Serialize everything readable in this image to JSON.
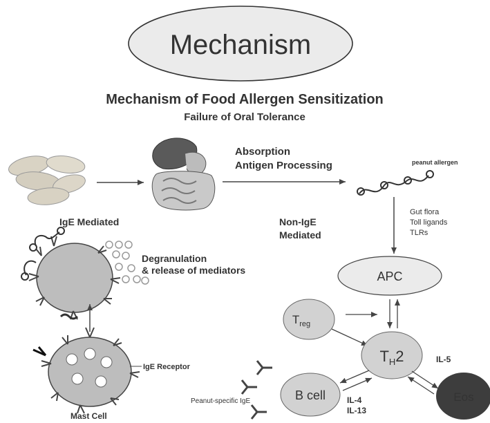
{
  "banner": "Mechanism",
  "title": "Mechanism of Food Allergen Sensitization",
  "subtitle": "Failure of Oral Tolerance",
  "process": {
    "absorption": "Absorption",
    "antigen_processing": "Antigen Processing",
    "peanut_allergen": "peanut allergen"
  },
  "pathways": {
    "ige_mediated": "IgE Mediated",
    "non_ige_line1": "Non-IgE",
    "non_ige_line2": "Mediated"
  },
  "signals": {
    "gut_flora": "Gut flora",
    "toll_ligands": "Toll ligands",
    "tlrs": "TLRs"
  },
  "cells": {
    "apc": "APC",
    "treg_main": "T",
    "treg_sub": "reg",
    "th2_main": "T",
    "th2_sub": "H",
    "th2_suffix": "2",
    "b_cell": "B cell",
    "eos": "Eos",
    "mast_cell": "Mast Cell"
  },
  "mediators": {
    "degranulation": "Degranulation",
    "release": "& release of mediators",
    "ige_receptor": "IgE Receptor",
    "peanut_specific_ige": "Peanut-specific IgE"
  },
  "cytokines": {
    "il4": "IL-4",
    "il13": "IL-13",
    "il5": "IL-5"
  },
  "colors": {
    "ellipse_fill": "#ebebeb",
    "cell_fill": "#d2d2d2",
    "eos_fill": "#3d3d3d",
    "text": "#333333"
  }
}
